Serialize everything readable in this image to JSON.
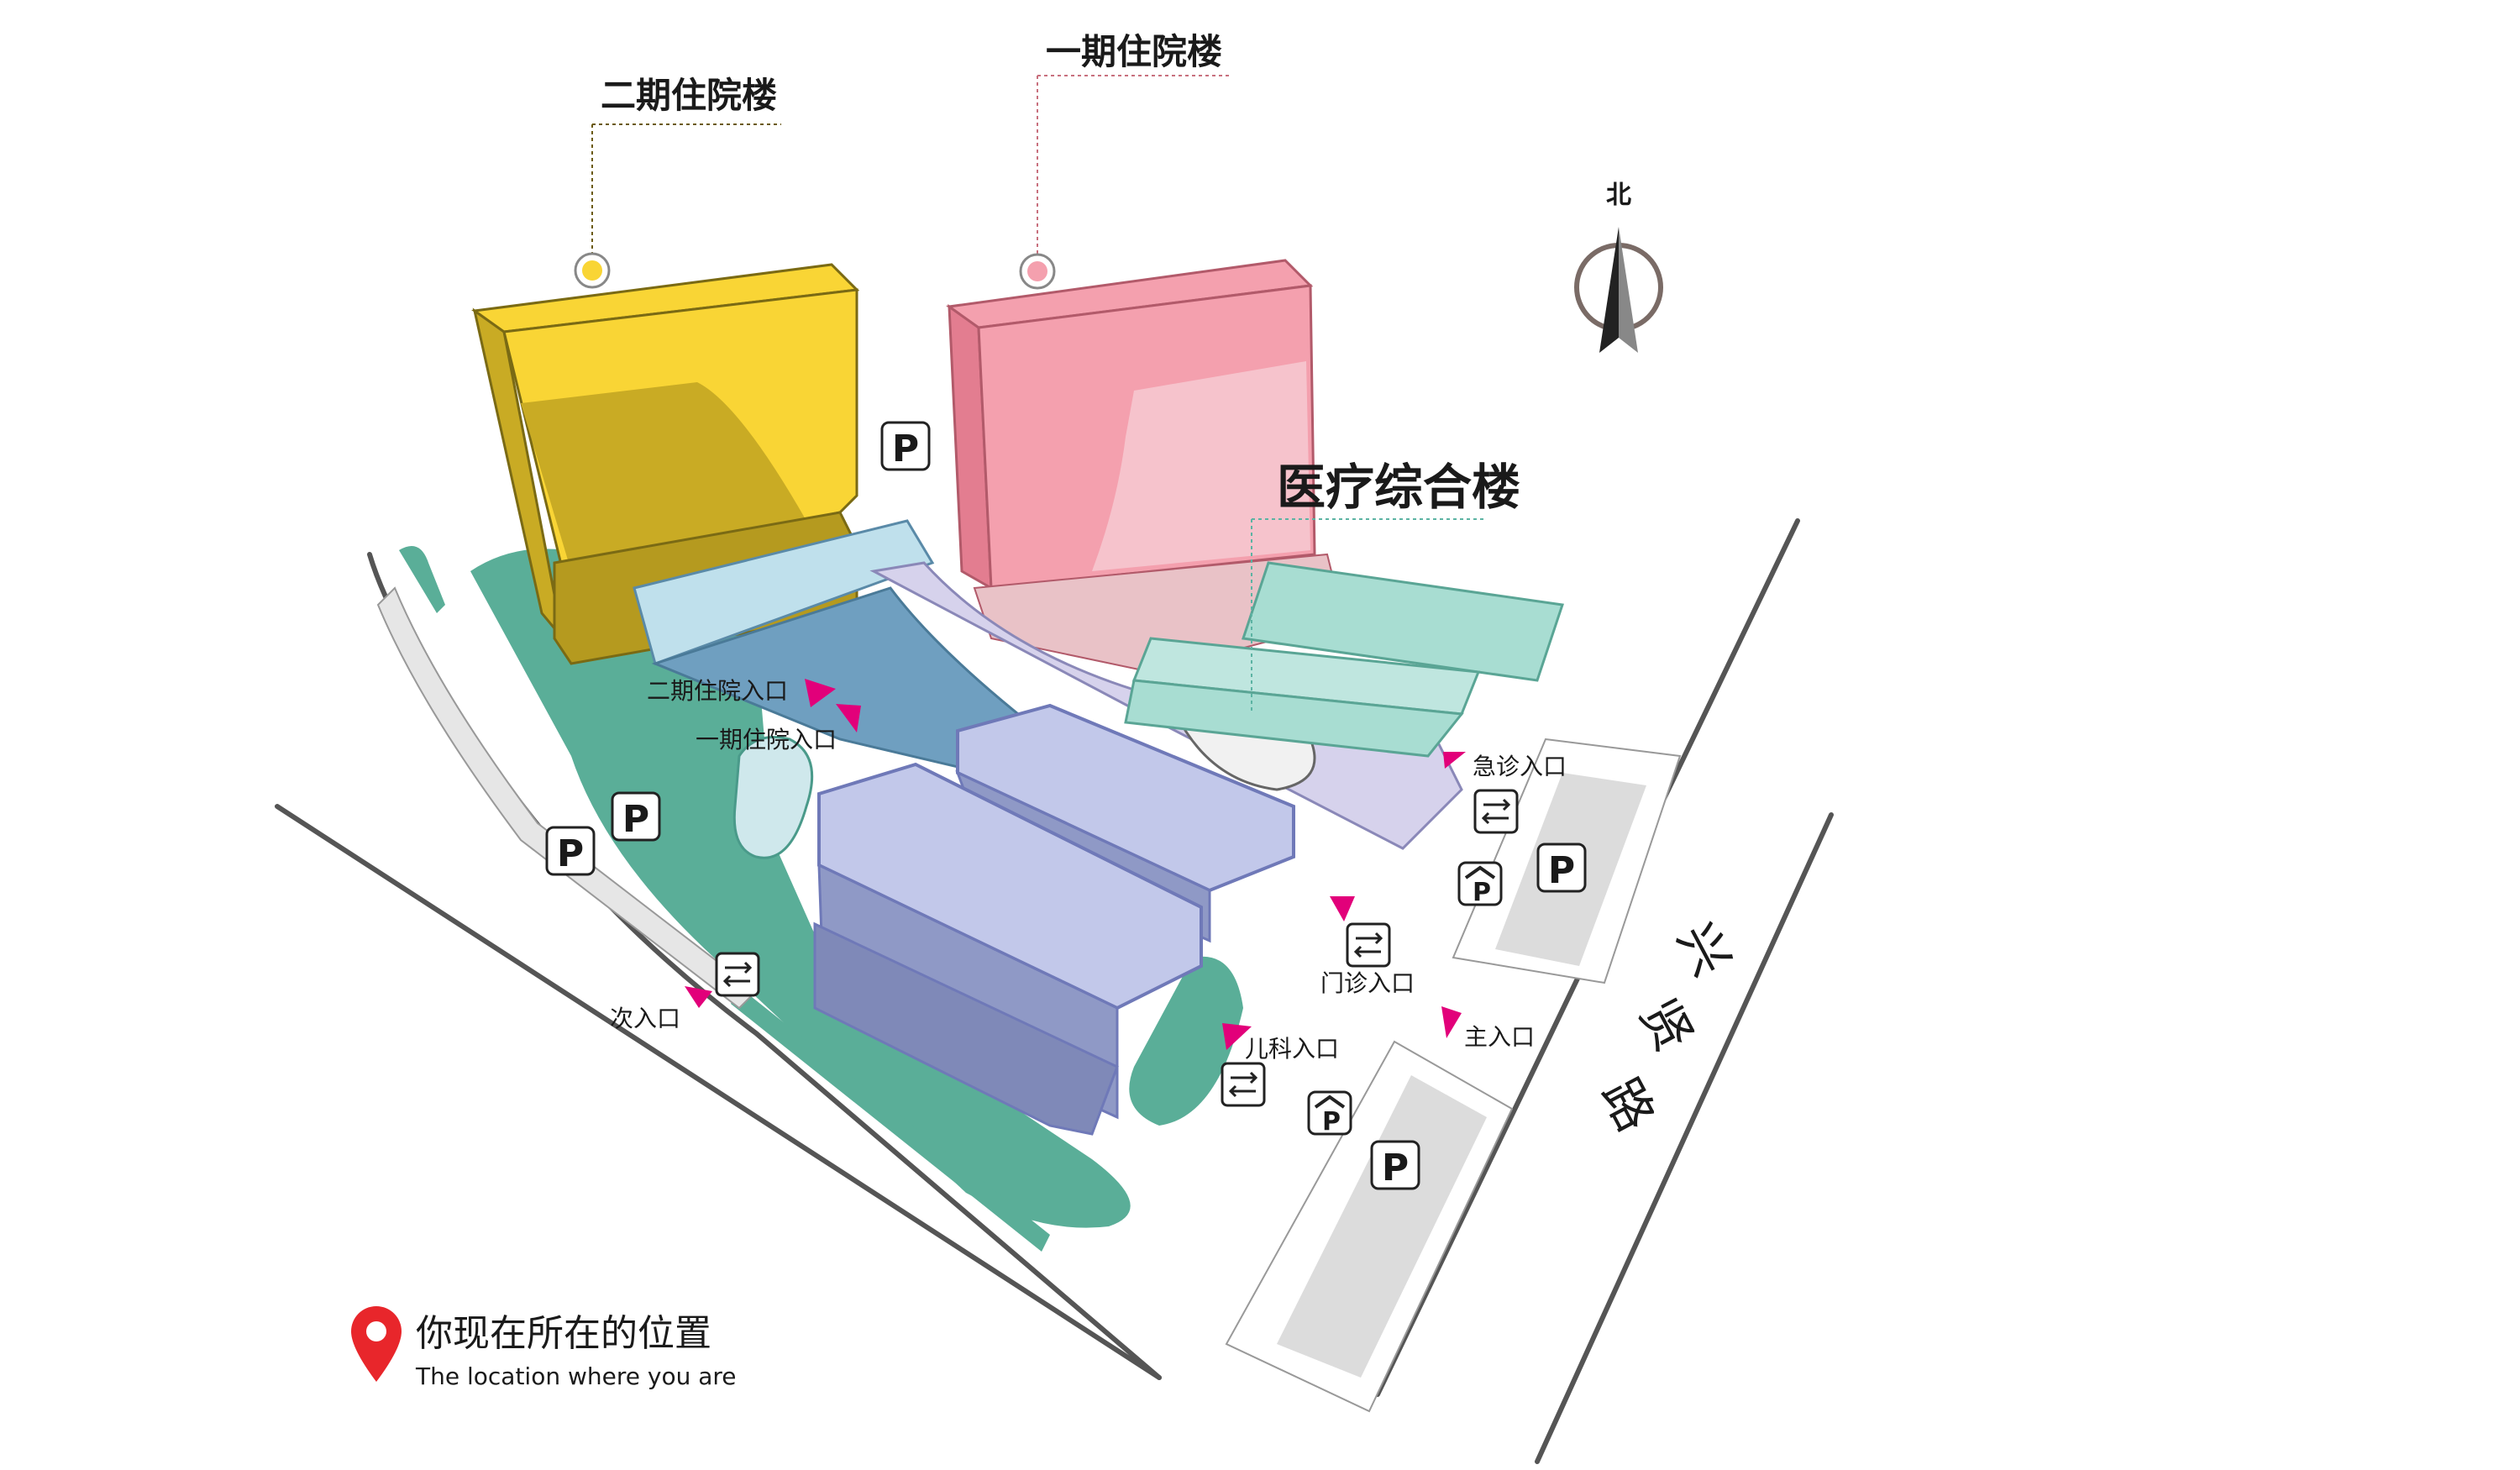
{
  "buildings": {
    "phase2_inpatient": {
      "label": "二期住院楼",
      "color": "#f9d535",
      "text_color": "#6b5a12"
    },
    "phase1_inpatient": {
      "label": "一期住院楼",
      "color": "#f4a0ae",
      "text_color": "#c8707e"
    },
    "medical_complex": {
      "label": "医疗综合楼",
      "color": "#a8ddd2",
      "text_color": "#5cb3a3"
    }
  },
  "entrances": {
    "phase2_inpatient_entrance": "二期住院入口",
    "phase1_inpatient_entrance": "一期住院入口",
    "emergency_entrance": "急诊入口",
    "outpatient_entrance": "门诊入口",
    "pediatrics_entrance": "儿科入口",
    "main_entrance": "主入口",
    "secondary_entrance": "次入口"
  },
  "road": {
    "name_chars": [
      "兴",
      "贤",
      "路"
    ]
  },
  "compass": {
    "label": "北"
  },
  "parking": {
    "symbol": "P"
  },
  "legend": {
    "title": "你现在所在的位置",
    "subtitle": "The location where you are",
    "pin_color": "#e8262b"
  },
  "colors": {
    "entrance_marker": "#e2007a",
    "greenery": "#5aae98",
    "sidewalk": "#e6e6e6",
    "road_line": "#4d4d4d"
  }
}
